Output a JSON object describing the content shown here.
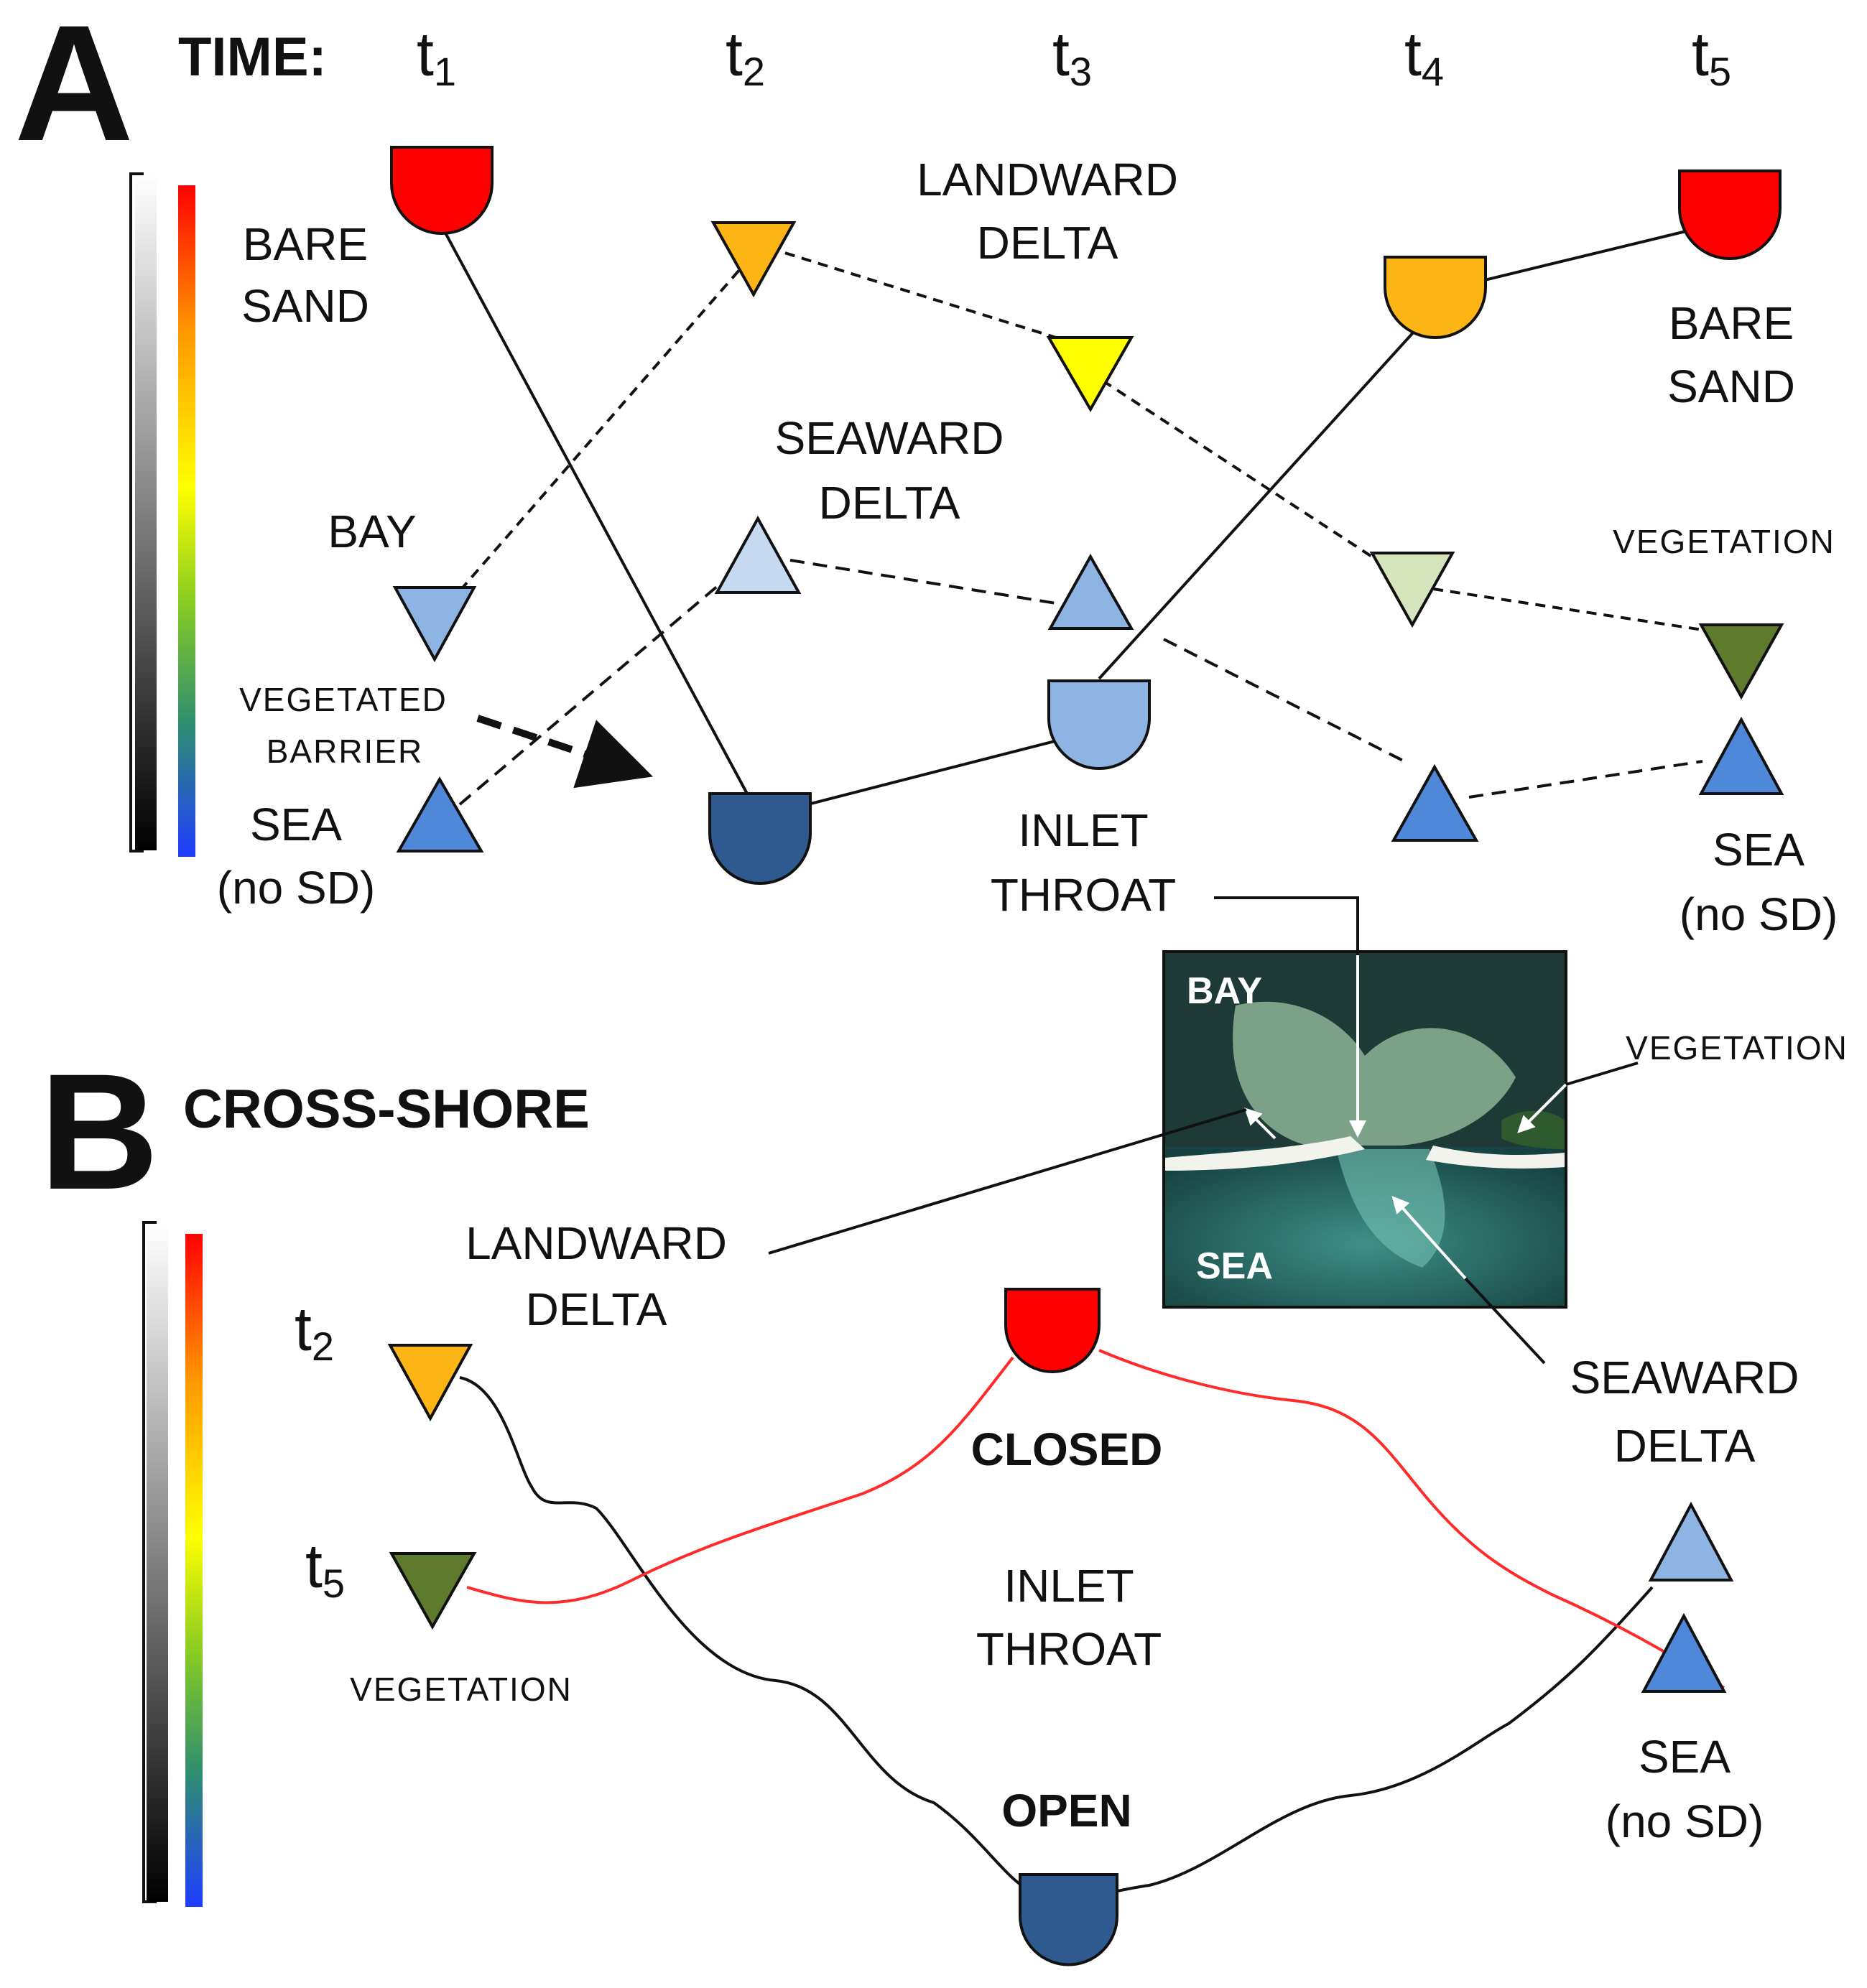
{
  "panelA": {
    "letter": "A",
    "time_label": "TIME:",
    "times": [
      {
        "t": "t",
        "sub": "1"
      },
      {
        "t": "t",
        "sub": "2"
      },
      {
        "t": "t",
        "sub": "3"
      },
      {
        "t": "t",
        "sub": "4"
      },
      {
        "t": "t",
        "sub": "5"
      }
    ],
    "labels": {
      "bare_sand_left_1": "BARE",
      "bare_sand_left_2": "SAND",
      "landward_delta_1": "LANDWARD",
      "landward_delta_2": "DELTA",
      "bare_sand_right_1": "BARE",
      "bare_sand_right_2": "SAND",
      "seaward_delta_1": "SEAWARD",
      "seaward_delta_2": "DELTA",
      "bay": "BAY",
      "vegetation": "VEGETATION",
      "vegetated_barrier_1": "VEGETATED",
      "vegetated_barrier_2": "BARRIER",
      "sea_left_1": "SEA",
      "sea_left_2": "(no SD)",
      "inlet_throat_1": "INLET",
      "inlet_throat_2": "THROAT",
      "sea_right_1": "SEA",
      "sea_right_2": "(no SD)"
    }
  },
  "photo": {
    "bay": "BAY",
    "sea": "SEA",
    "vegetation": "VEGETATION"
  },
  "panelB": {
    "letter": "B",
    "header": "CROSS-SHORE",
    "t2": {
      "t": "t",
      "sub": "2"
    },
    "t5": {
      "t": "t",
      "sub": "5"
    },
    "labels": {
      "landward_delta_1": "LANDWARD",
      "landward_delta_2": "DELTA",
      "closed": "CLOSED",
      "open": "OPEN",
      "inlet_throat_1": "INLET",
      "inlet_throat_2": "THROAT",
      "seaward_delta_1": "SEAWARD",
      "seaward_delta_2": "DELTA",
      "vegetation": "VEGETATION",
      "sea_1": "SEA",
      "sea_2": "(no SD)"
    }
  },
  "colors": {
    "red": "#ff0000",
    "orange": "#fdb515",
    "yellow": "#ffff00",
    "pale_green": "#d6e4bc",
    "olive": "#5e7a2c",
    "light_blue": "#c5d9f1",
    "mid_blue": "#8db4e2",
    "blue": "#4f88d8",
    "dark_blue": "#2e5a90",
    "red_line": "#ff2a2a"
  }
}
